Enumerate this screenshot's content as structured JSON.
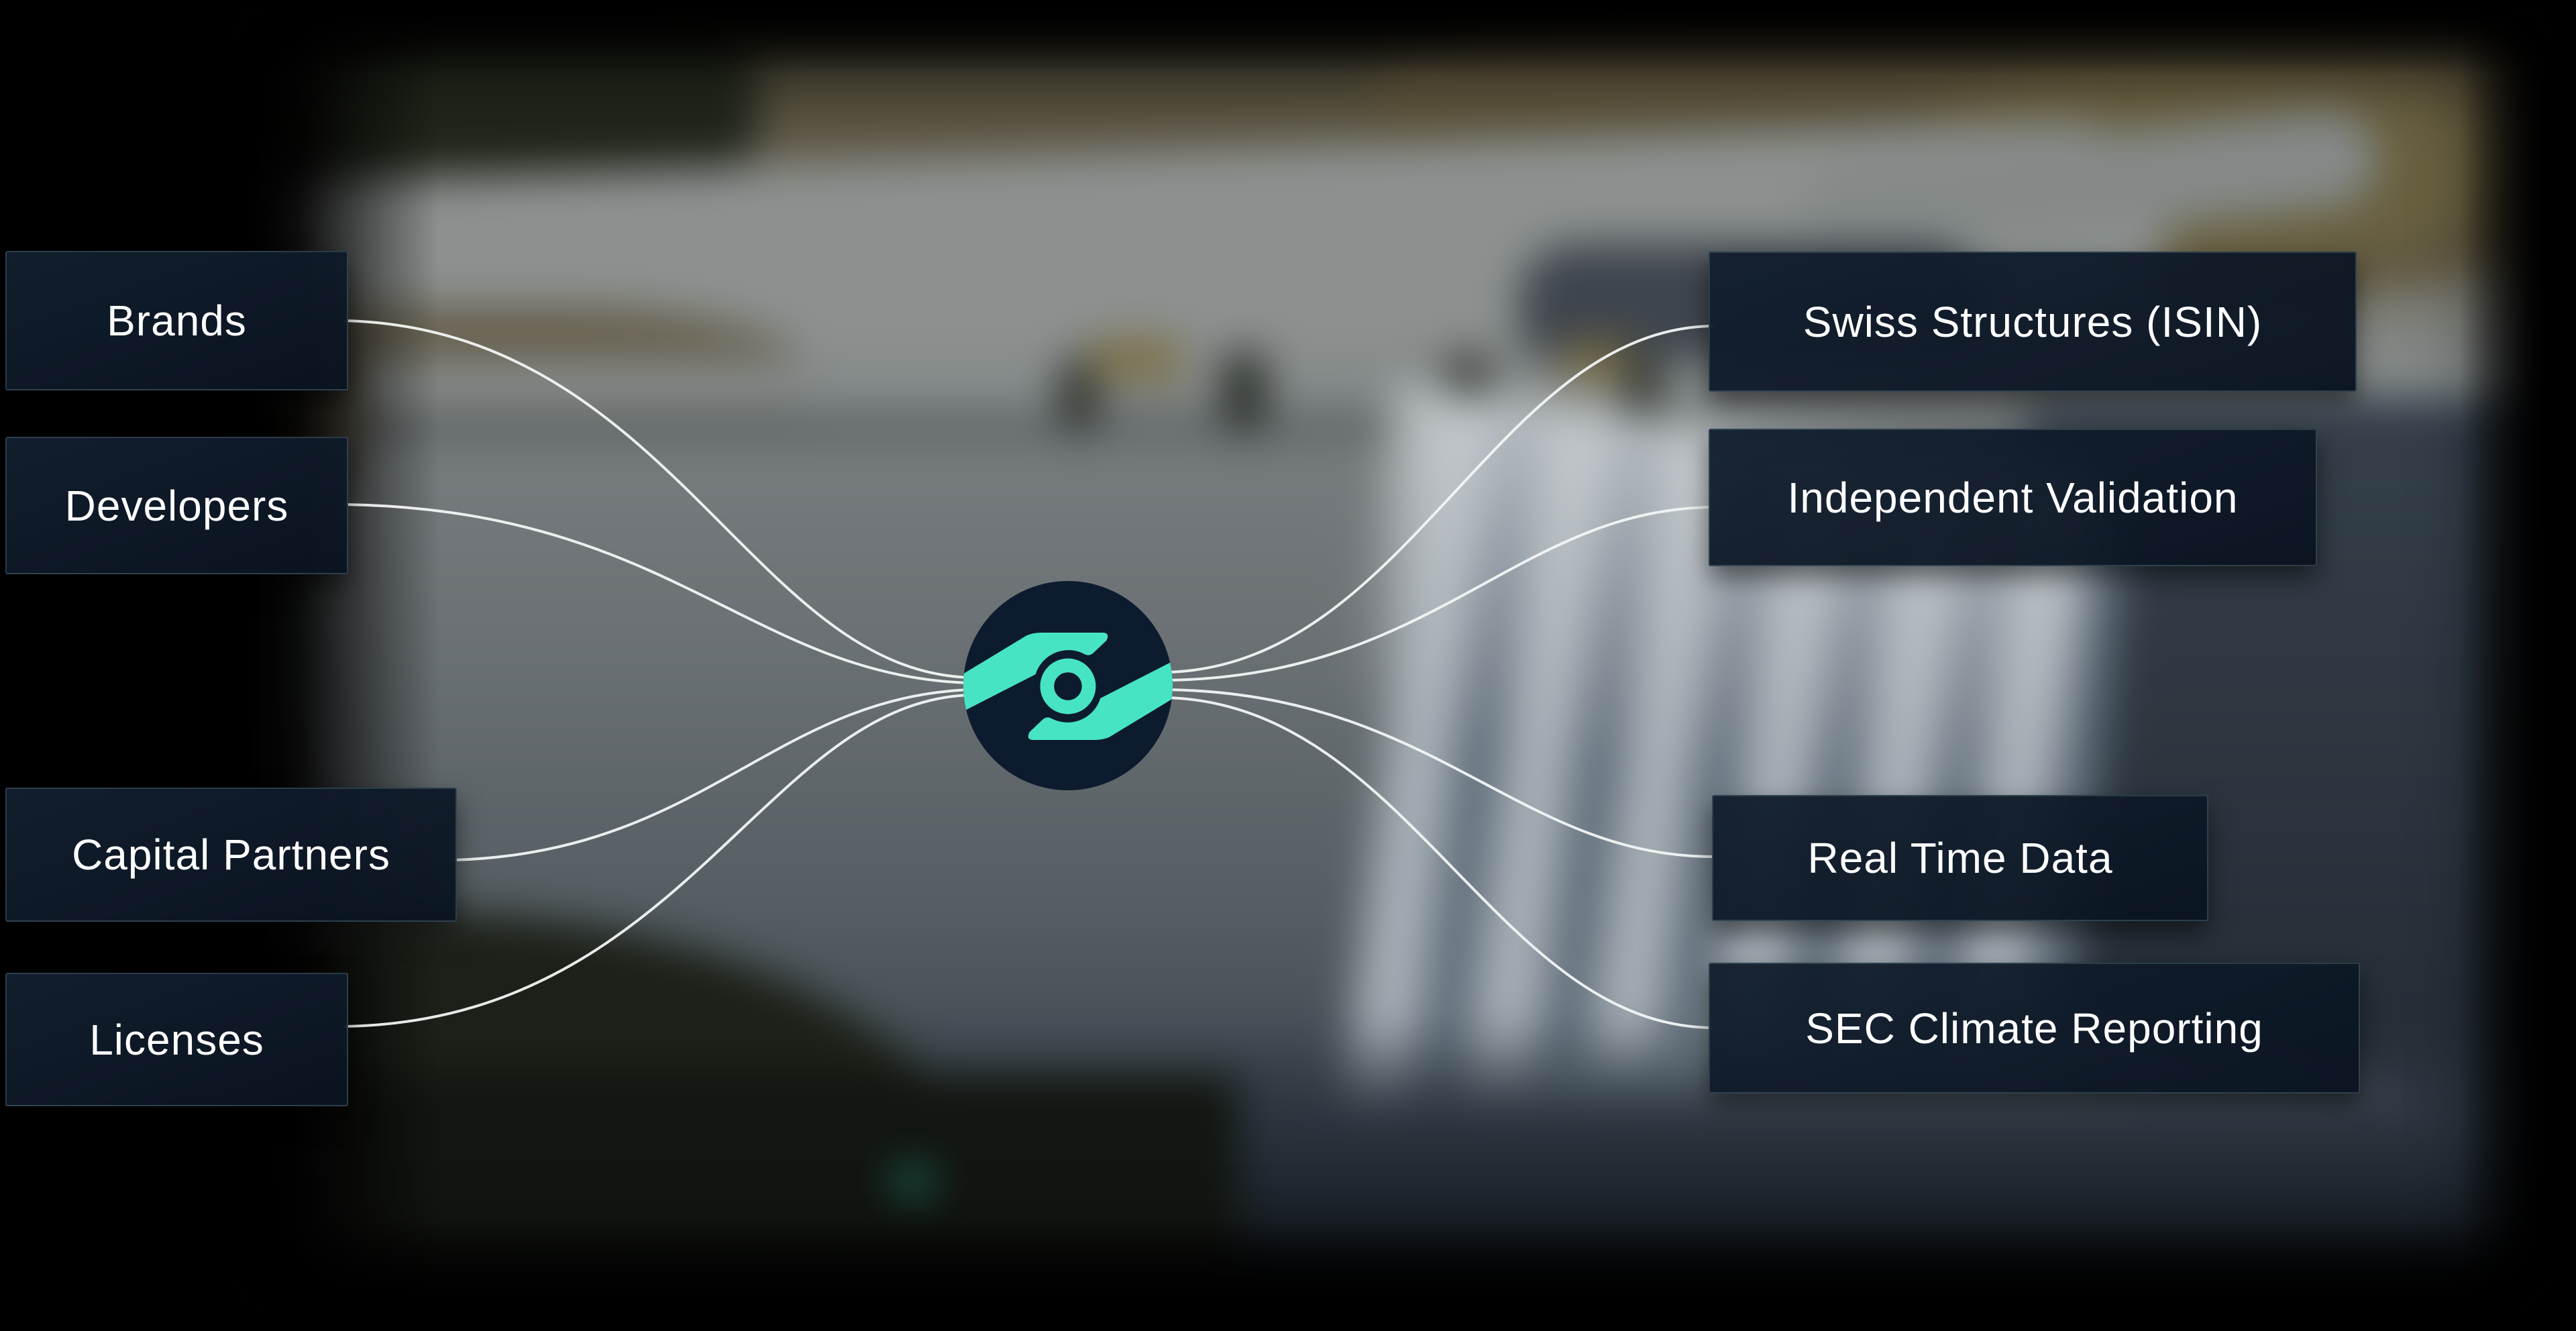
{
  "diagram": {
    "center": {
      "logo": "soluna-hydro-mark",
      "circle_color": "#0D1B2E",
      "accent_color": "#47E4C3"
    },
    "left_nodes": [
      {
        "label": "Brands"
      },
      {
        "label": "Developers"
      },
      {
        "label": "Capital Partners"
      },
      {
        "label": "Licenses"
      }
    ],
    "right_nodes": [
      {
        "label": "Swiss Structures (ISIN)"
      },
      {
        "label": "Independent Validation"
      },
      {
        "label": "Real Time Data"
      },
      {
        "label": "SEC Climate Reporting"
      }
    ],
    "connector_color": "#F2F5F4",
    "frame_color": "#000000"
  }
}
